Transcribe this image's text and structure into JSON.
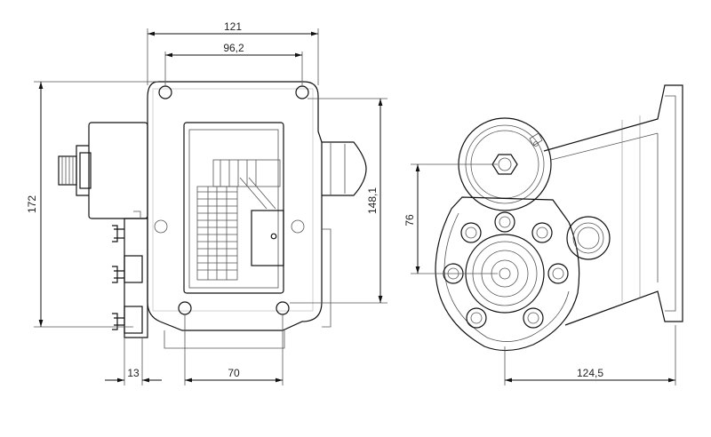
{
  "dimensions": {
    "overall_width": "121",
    "hole_spacing_top": "96,2",
    "overall_height": "172",
    "flange_height": "148,1",
    "left_offset": "13",
    "bottom_spacing": "70",
    "shaft_spacing": "76",
    "side_depth": "124,5"
  },
  "colors": {
    "line": "#111111",
    "hidden": "#9a9a9a",
    "background": "#ffffff"
  }
}
